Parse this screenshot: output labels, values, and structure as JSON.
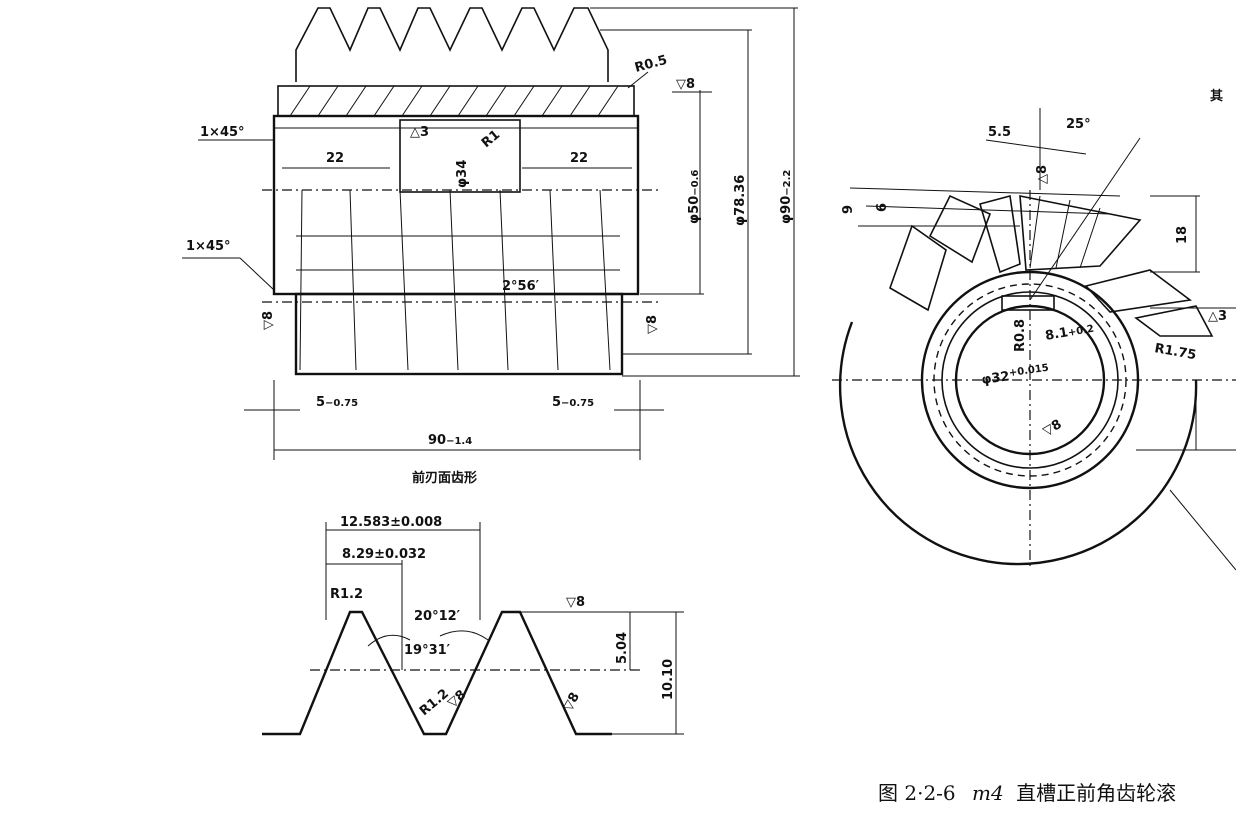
{
  "front_view": {
    "chamfer_top": "1×45°",
    "chamfer_side": "1×45°",
    "radius_top": "R0.5",
    "finish_top": "▽8",
    "finish_left": "▽8",
    "finish_right": "▽8",
    "finish_bore": "△3",
    "keyway_radius": "R1",
    "len_left": "22",
    "len_right": "22",
    "dia_bore": "φ34",
    "dia_1": "φ50",
    "dia_1_tol": "−0.6",
    "dia_2": "φ78.36",
    "dia_3": "φ90",
    "dia_3_tol": "−2.2",
    "helix_angle": "2°56′",
    "end_left": "5",
    "end_left_tol": "−0.75",
    "end_right": "5",
    "end_right_tol": "−0.75",
    "overall_length": "90",
    "overall_tol": "−1.4"
  },
  "caption_front": "前刃面齿形",
  "tooth_profile": {
    "pitch_dim": "12.583±0.008",
    "thick_dim": "8.29±0.032",
    "r_top": "R1.2",
    "r_root": "R1.2",
    "finish_a": "▽8",
    "finish_b": "▽8",
    "finish_c": "▽8",
    "angle_a": "20°12′",
    "angle_b": "19°31′",
    "depth_1": "5.04",
    "depth_2": "10.10"
  },
  "side_view": {
    "dim_55": "5.5",
    "angle_25": "25°",
    "finish_8": "△8",
    "dim_9": "9",
    "dim_6": "6",
    "dim_18": "18",
    "key_radius": "R0.8",
    "key_width": "8.1",
    "key_width_tol": "+0.2",
    "bore_dia": "φ32",
    "bore_tol": "+0.015",
    "flute_radius": "R1.75",
    "finish_bore": "▽8",
    "finish_right": "△3",
    "note_partial": "其"
  },
  "figure_caption": {
    "label": "图 2·2-6",
    "module": "m4",
    "text": "直槽正前角齿轮滚"
  }
}
